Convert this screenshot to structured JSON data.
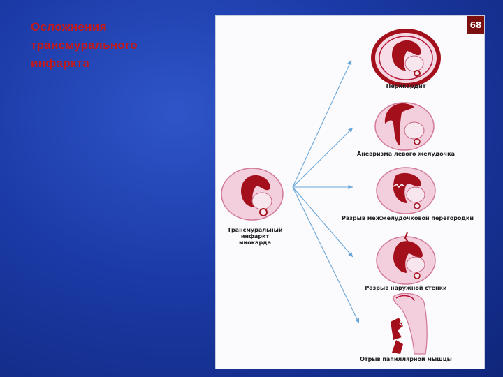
{
  "slide": {
    "title_lines": [
      "Осложнения",
      "трансмурального",
      "инфаркта"
    ]
  },
  "figure": {
    "page_number": "68",
    "source": {
      "label_lines": [
        "Трансмуральный",
        "инфаркт",
        "миокарда"
      ]
    },
    "outcomes": [
      {
        "label": "Перикардит",
        "icon": "pericarditis-heart-icon"
      },
      {
        "label": "Аневризма левого желудочка",
        "icon": "aneurysm-heart-icon"
      },
      {
        "label": "Разрыв межжелудочковой перегородки",
        "icon": "septal-rupture-heart-icon"
      },
      {
        "label": "Разрыв наружной стенки",
        "icon": "wall-rupture-heart-icon"
      },
      {
        "label": "Отрыв папиллярной мышцы",
        "icon": "papillary-rupture-icon"
      }
    ],
    "colors": {
      "heart_fill": "#f3cfdd",
      "heart_outline": "#b7163a",
      "infarct": "#a3101c",
      "arrow": "#6aa6d8"
    }
  }
}
